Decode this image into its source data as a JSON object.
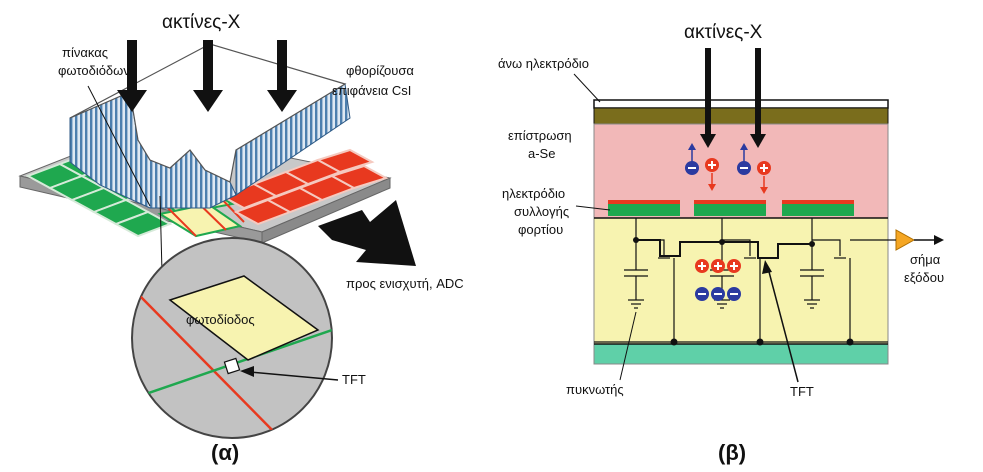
{
  "left": {
    "xray_title": "ακτίνες-Χ",
    "photodiode_array": [
      "πίνακας",
      "φωτοδιόδων"
    ],
    "phosphor": [
      "φθορίζουσα",
      "επιφάνεια CsI"
    ],
    "to_amp": "προς ενισχυτή, ADC",
    "photodiode": "φωτοδίοδος",
    "tft": "TFT",
    "caption": "(α)"
  },
  "right": {
    "xray_title": "ακτίνες-Χ",
    "top_electrode": "άνω ηλεκτρόδιο",
    "coating": [
      "επίστρωση",
      "a-Se"
    ],
    "collect_electrode": [
      "ηλεκτρόδιο",
      "συλλογής",
      "φορτίου"
    ],
    "output": [
      "σήμα",
      "εξόδου"
    ],
    "capacitor": "πυκνωτής",
    "tft": "TFT",
    "caption": "(β)"
  },
  "colors": {
    "green": "#1fa84f",
    "red": "#e8391f",
    "pale_yellow": "#f7f3b0",
    "pink": "#f2b8b8",
    "olive": "#7a6d1c",
    "teal": "#5fd0a8",
    "orange": "#f5a623",
    "blue": "#2b3aa0"
  }
}
